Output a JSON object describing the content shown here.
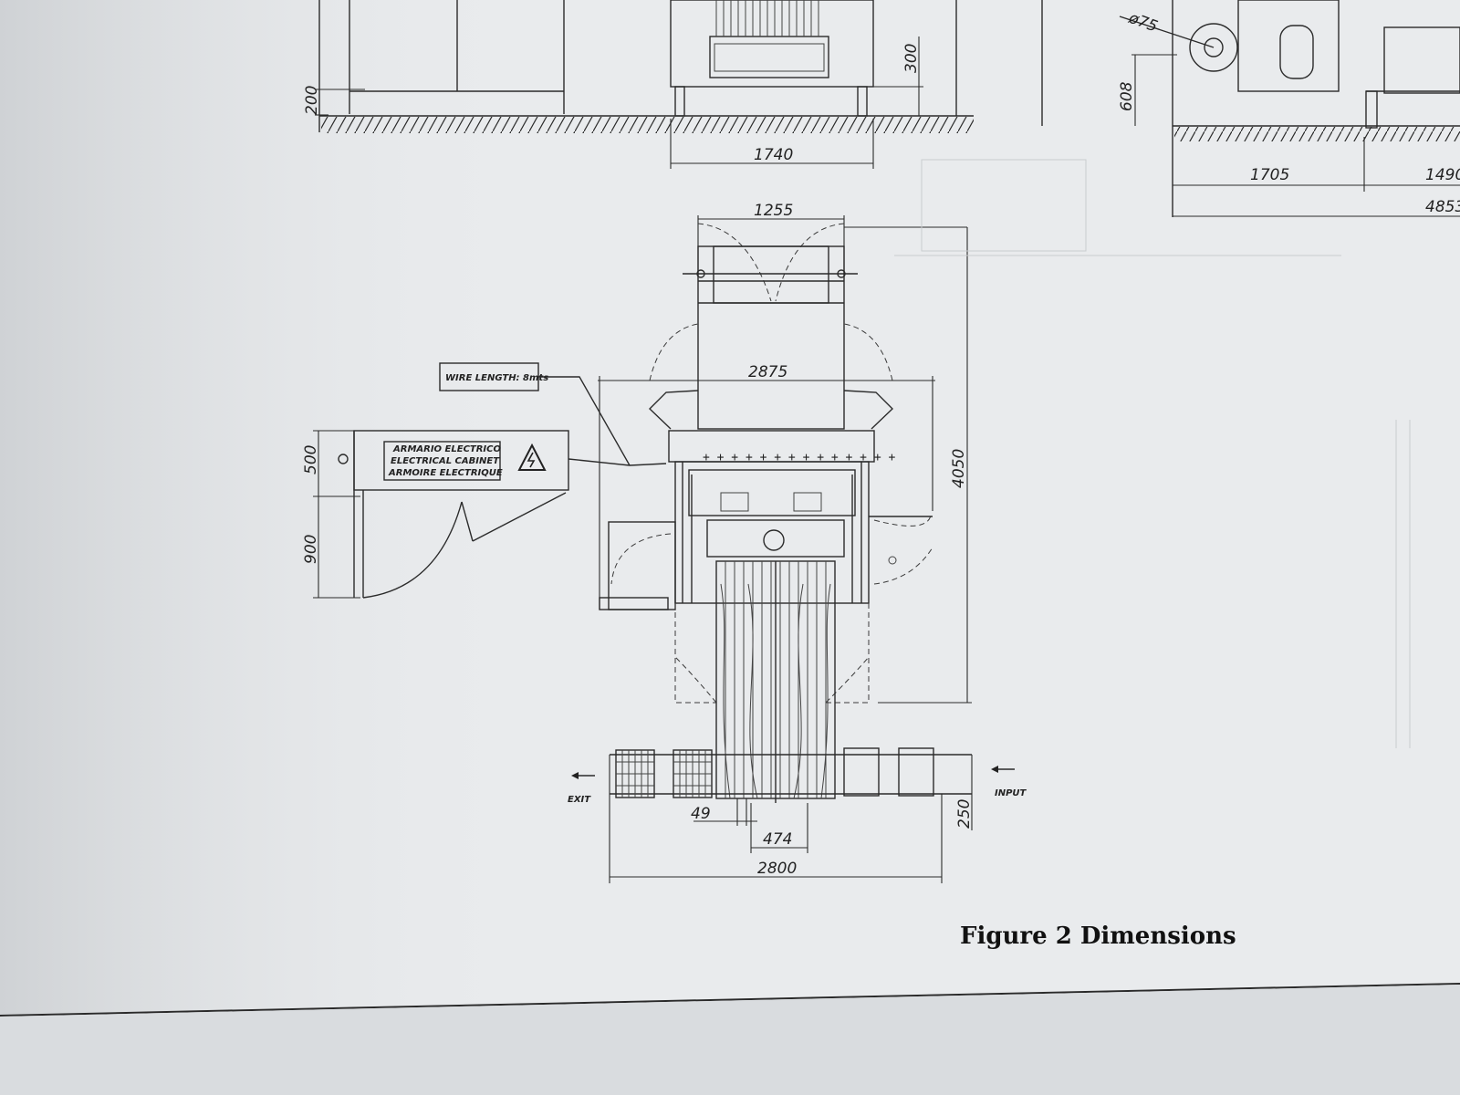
{
  "caption": "Figure 2 Dimensions",
  "dims": {
    "d200": "200",
    "d300": "300",
    "d1740": "1740",
    "d608": "608",
    "d75": "ø75",
    "d1705": "1705",
    "d1490": "1490",
    "d4853": "4853",
    "d1255": "1255",
    "d2875": "2875",
    "d4050": "4050",
    "d500": "500",
    "d900": "900",
    "d49": "49",
    "d474": "474",
    "d2800": "2800",
    "d250": "250"
  },
  "labels": {
    "wire_length": "WIRE LENGTH: 8mts",
    "cabinet_es": "ARMARIO ELECTRICO",
    "cabinet_en": "ELECTRICAL CABINET",
    "cabinet_fr": "ARMOIRE ELECTRIQUE",
    "exit": "EXIT",
    "input": "INPUT"
  },
  "icons": {
    "warning": "high-voltage-warning-icon"
  }
}
